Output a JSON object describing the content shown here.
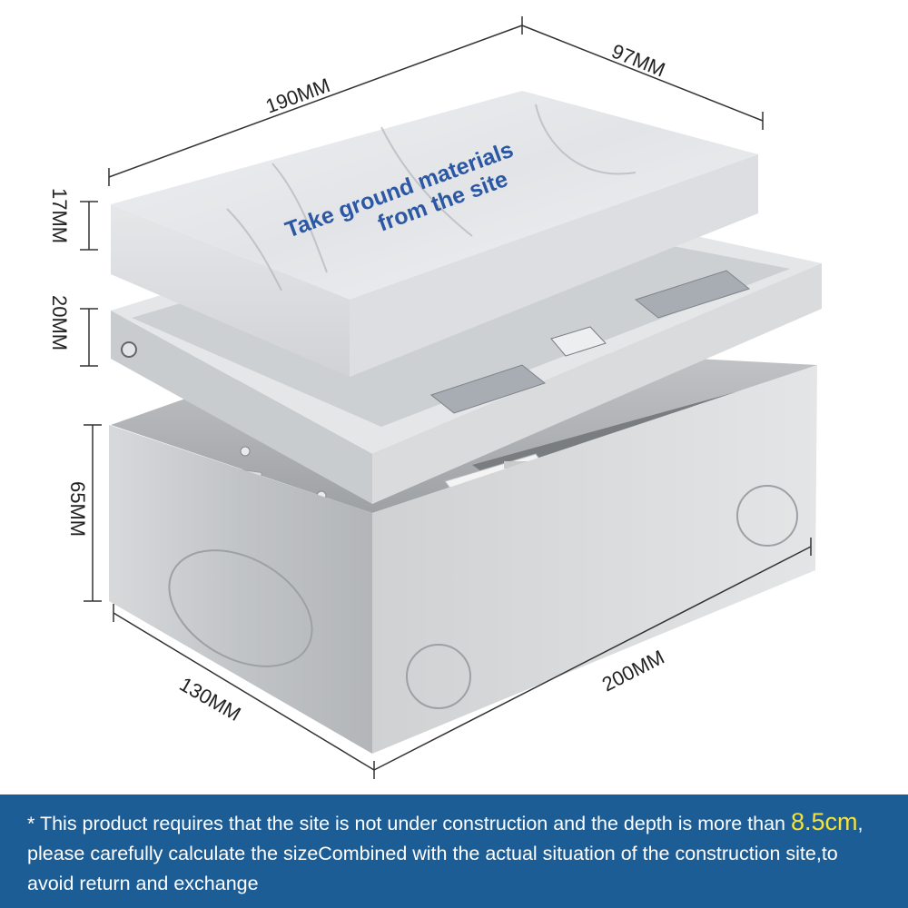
{
  "dimensions": {
    "lid_length": "190MM",
    "lid_width": "97MM",
    "lid_thickness": "17MM",
    "frame_height": "20MM",
    "box_height": "65MM",
    "box_width": "130MM",
    "box_length": "200MM"
  },
  "lid_text": {
    "line1": "Take ground materials",
    "line2": "from the site"
  },
  "notice": {
    "part1": "* This product requires that the site is not under construction and the depth is more than",
    "highlight": "8.5cm",
    "part2": ", please carefully calculate the sizeCombined with the actual situation of the construction site,to avoid return and exchange"
  },
  "colors": {
    "notice_background": "#1d5d96",
    "highlight": "#f7e23b",
    "lid_text": "#2c57a3"
  }
}
